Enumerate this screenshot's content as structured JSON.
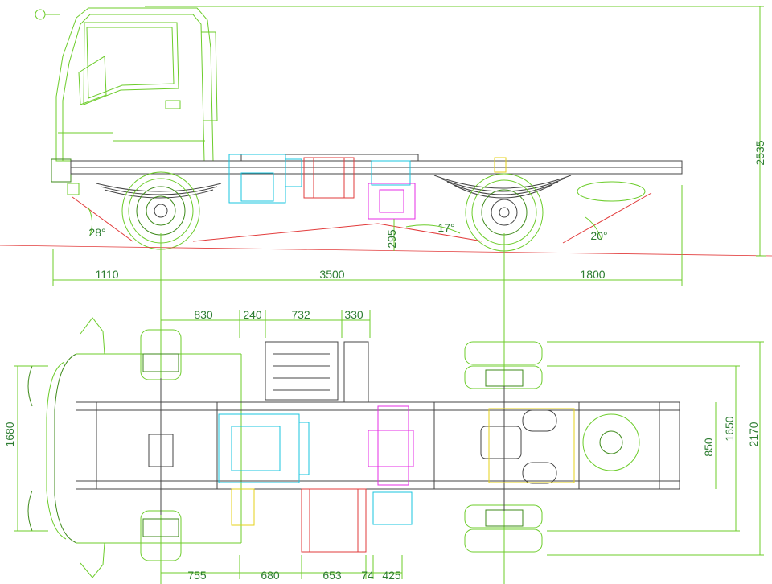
{
  "colors": {
    "frame": "#6ccc2a",
    "dimension_text": "#2e7d32",
    "cyan_part": "#18c6df",
    "magenta_part": "#e42ee4",
    "red_part": "#e23b3b",
    "yellow_part": "#e5d21a",
    "ground_line": "#e23b3b"
  },
  "side_view": {
    "height_total": "2535",
    "front_overhang": "1110",
    "wheelbase": "3500",
    "rear_overhang": "1800",
    "ground_clearance": "295",
    "approach_angle": "28°",
    "ramp_angle": "17°",
    "departure_angle": "20°"
  },
  "top_view": {
    "top_dims": [
      "830",
      "240",
      "732",
      "330"
    ],
    "bottom_dims": [
      "755",
      "680",
      "653",
      "74",
      "425"
    ],
    "front_track": "1680",
    "frame_width": "850",
    "rear_track": "1650",
    "overall_width": "2170"
  }
}
